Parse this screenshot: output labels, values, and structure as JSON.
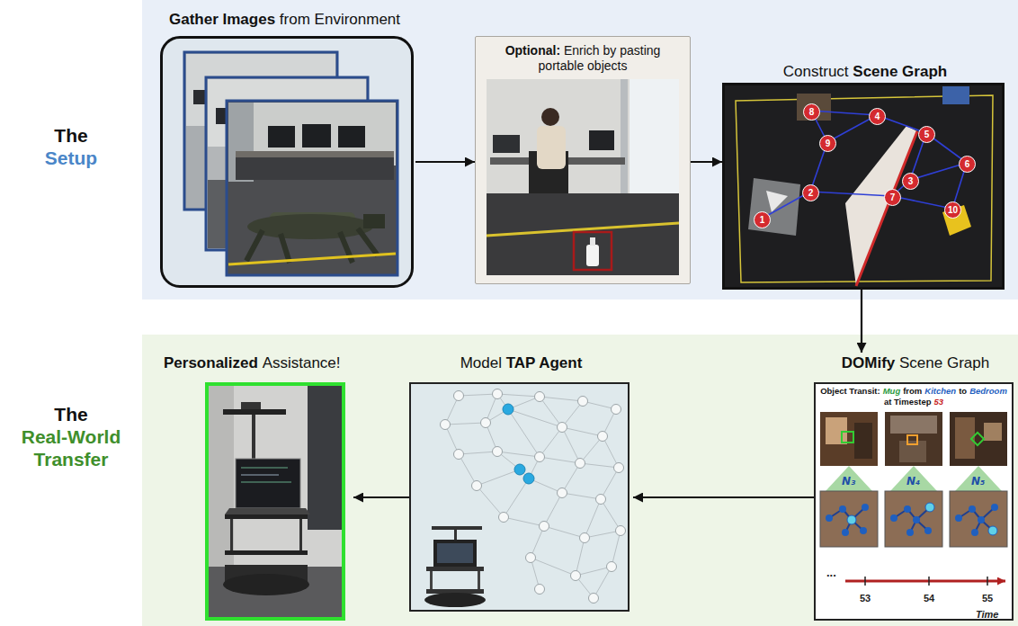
{
  "diagram": {
    "nodes": [
      {
        "text": [
          "The",
          "Setup"
        ]
      },
      {
        "text": [
          "Gather Images",
          "from Environment"
        ],
        "in": 0
      },
      {
        "text": [
          "Optional:",
          "Enrich by pasting portable objects"
        ],
        "in": 0
      },
      {
        "text": [
          "Construct",
          "Scene Graph"
        ],
        "in": 0
      },
      {
        "text": [
          "The",
          "Real-World Transfer"
        ]
      },
      {
        "text": [
          "Personalized",
          "Assistance!"
        ],
        "in": 4
      },
      {
        "text": [
          "Model",
          "TAP Agent"
        ],
        "in": 4
      },
      {
        "text": [
          "DOMify",
          "Scene Graph"
        ],
        "in": 4
      }
    ],
    "edges": [
      {
        "from": 1,
        "to": 2,
        "arrow": "to"
      },
      {
        "from": 2,
        "to": 3,
        "arrow": "to"
      },
      {
        "from": 3,
        "to": 7,
        "arrow": "to"
      },
      {
        "from": 7,
        "to": 6,
        "arrow": "to"
      },
      {
        "from": 6,
        "to": 5,
        "arrow": "to"
      }
    ],
    "labels": [
      "1",
      "2",
      "3",
      "4",
      "5",
      "6",
      "7",
      "8",
      "9",
      "10",
      "Object Transit:",
      "Mug",
      "from",
      "Kitchen",
      "to",
      "Bedroom",
      "at Timestep",
      "53",
      "N₃",
      "N₄",
      "N₅",
      "...",
      "53",
      "54",
      "55",
      "Time"
    ]
  }
}
